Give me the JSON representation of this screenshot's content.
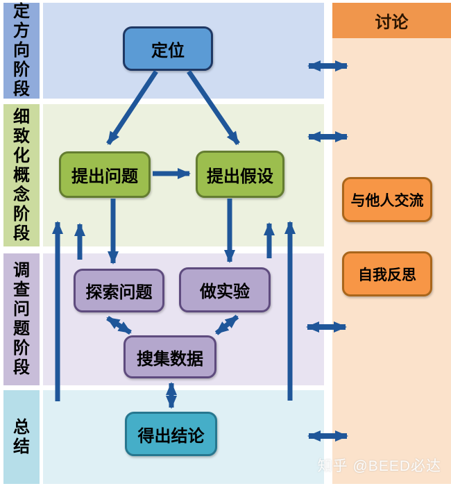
{
  "phases": [
    {
      "label": "定方向阶段",
      "strip_color": "#90ABDB",
      "bg_color": "#CFDCF2"
    },
    {
      "label": "细致化概念阶段",
      "strip_color": "#CBDB9F",
      "bg_color": "#ECF1DF"
    },
    {
      "label": "调查问题阶段",
      "strip_color": "#C8BDD9",
      "bg_color": "#E8E3F1"
    },
    {
      "label": "总结",
      "strip_color": "#B6DEE9",
      "bg_color": "#DFF0F5"
    }
  ],
  "nodes": {
    "positioning": "定位",
    "raise_question": "提出问题",
    "propose_hypothesis": "提出假设",
    "explore_question": "探索问题",
    "do_experiment": "做实验",
    "collect_data": "搜集数据",
    "draw_conclusion": "得出结论"
  },
  "node_colors": {
    "positioning_fill": "#5B9BD5",
    "positioning_border": "#1F3864",
    "question_fill": "#9CBE4E",
    "question_border": "#647D31",
    "investigate_fill": "#B4A7CD",
    "investigate_border": "#5E4B7E",
    "conclusion_fill": "#45AEC8",
    "conclusion_border": "#27778F"
  },
  "discussion": {
    "title": "讨论",
    "header_color": "#F0964C",
    "panel_color": "#FBE2CB",
    "items": [
      "与他人交流",
      "自我反思"
    ],
    "item_fill": "#F79646",
    "item_border": "#A9661B"
  },
  "arrow_color": "#1F5699",
  "watermark": "知乎 @BEED必达"
}
